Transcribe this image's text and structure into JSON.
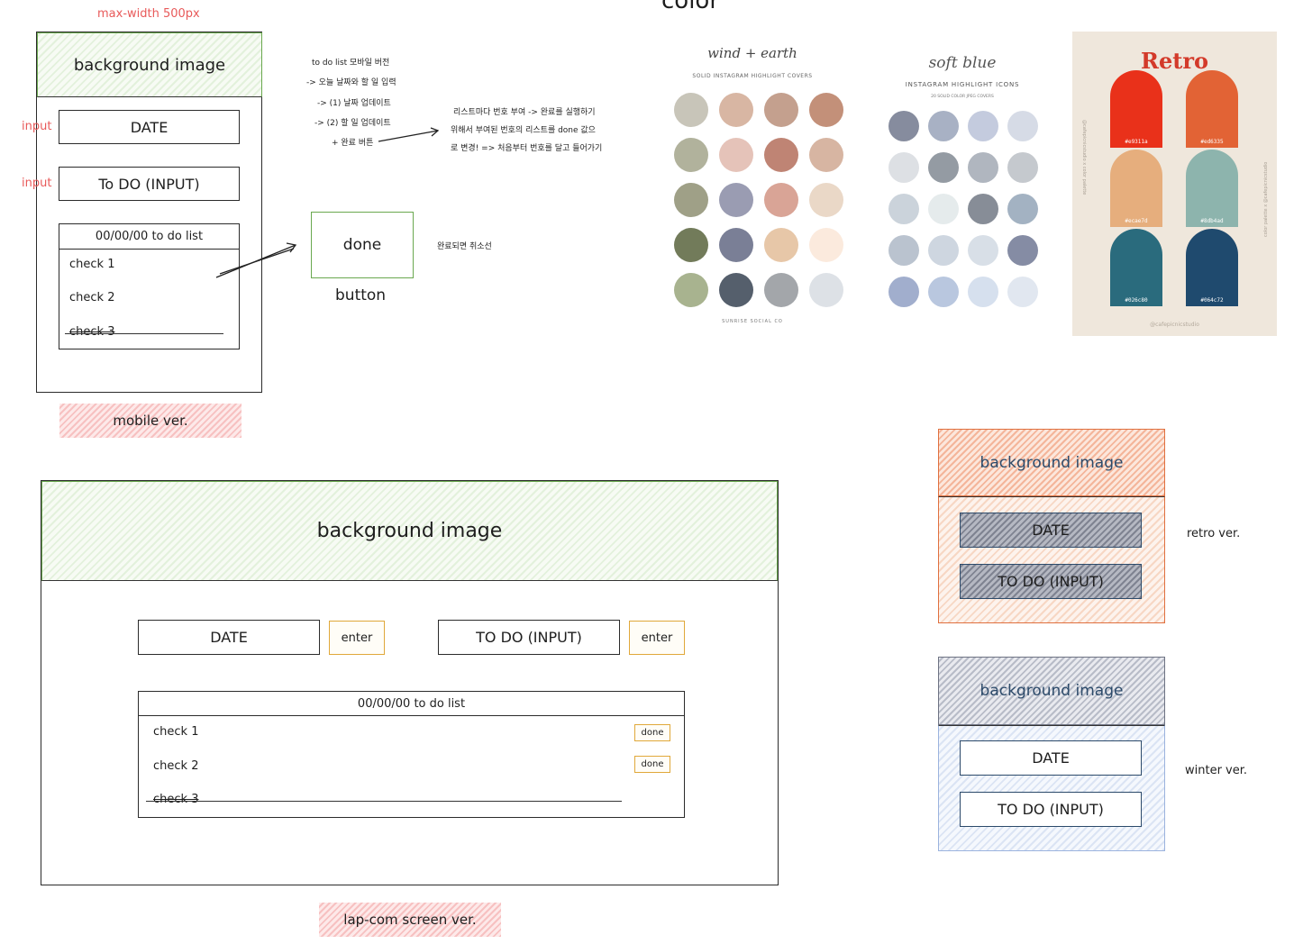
{
  "labels": {
    "max_width": "max-width 500px",
    "color_heading": "color",
    "mobile_ver": "mobile ver.",
    "lapcom_ver": "lap-com screen ver.",
    "retro_ver": "retro ver.",
    "winter_ver": "winter ver.",
    "input_label_1": "input",
    "input_label_2": "input"
  },
  "mobile": {
    "bg_image": "background image",
    "date": "DATE",
    "todo_input": "To DO (INPUT)",
    "list_title": "00/00/00 to do list",
    "items": [
      "check 1",
      "check 2",
      "check 3"
    ]
  },
  "notes": {
    "lines": [
      "to do list 모바일 버전",
      "-> 오늘 날짜와 할 일 입력",
      "-> (1) 날짜 업데이트",
      "-> (2) 할 일 업데이트",
      "+ 완료 버튼"
    ],
    "numbering": [
      "리스트마다 번호 부여 -> 완료를 실행하기",
      "위해서 부여된 번호의 리스트를 done 값으",
      "로 변경! => 처음부터 번호를 달고 들어가기"
    ],
    "done_note": "완료되면 취소선"
  },
  "done_button": {
    "label": "done",
    "caption": "button"
  },
  "palettes": {
    "wind_earth": {
      "script_title": "wind + earth",
      "subtitle": "SOLID INSTAGRAM HIGHLIGHT COVERS",
      "footer": "SUNRISE SOCIAL CO",
      "colors": [
        "#c8c5b9",
        "#d8b6a3",
        "#c4a08e",
        "#c39079",
        "#b1b29c",
        "#e5c3b9",
        "#bf8474",
        "#d7b5a2",
        "#9fa087",
        "#9a9cb2",
        "#d9a496",
        "#ead8c7",
        "#727b5a",
        "#7a7f96",
        "#e7c7a8",
        "#fbeadd",
        "#a8b38f",
        "#555f6c",
        "#a3a6aa",
        "#dde1e6"
      ]
    },
    "soft_blue": {
      "script_title": "soft blue",
      "subtitle": "INSTAGRAM HIGHLIGHT ICONS",
      "subsubtitle": "20 SOLID COLOR JPEG COVERS",
      "colors": [
        "#868c9e",
        "#a8b1c4",
        "#c4cbde",
        "#d6dbe6",
        "#dde0e4",
        "#949ba3",
        "#b0b6bf",
        "#c5c9ce",
        "#cbd3db",
        "#e5ebec",
        "#878d97",
        "#a3b2c2",
        "#bac3cf",
        "#ced6e0",
        "#d8dfe7",
        "#858ca4",
        "#a1aecd",
        "#b9c7df",
        "#d6e0ee",
        "#e1e7f0"
      ]
    },
    "retro": {
      "title": "Retro",
      "side_left": "@cafepicnicstudio  x  color palette",
      "side_right": "color palette  x  @cafepicnicstudio",
      "footer": "@cafepicnicstudio",
      "swatches": [
        {
          "color": "#e9311a",
          "hex": "#e9311a"
        },
        {
          "color": "#e26335",
          "hex": "#ed6335"
        },
        {
          "color": "#e6ae7d",
          "hex": "#ecae7d"
        },
        {
          "color": "#8db4ad",
          "hex": "#8db4ad"
        },
        {
          "color": "#2a6b7d",
          "hex": "#026c80"
        },
        {
          "color": "#1f4a6e",
          "hex": "#064c72"
        }
      ]
    }
  },
  "laptop": {
    "bg_image": "background image",
    "date": "DATE",
    "enter1": "enter",
    "todo_input": "TO DO (INPUT)",
    "enter2": "enter",
    "list_title": "00/00/00 to do list",
    "items": [
      "check 1",
      "check 2",
      "check 3"
    ],
    "done1": "done",
    "done2": "done"
  },
  "retro_theme": {
    "bg_image": "background image",
    "date": "DATE",
    "todo": "TO DO (INPUT)"
  },
  "winter_theme": {
    "bg_image": "background image",
    "date": "DATE",
    "todo": "TO DO (INPUT)"
  }
}
